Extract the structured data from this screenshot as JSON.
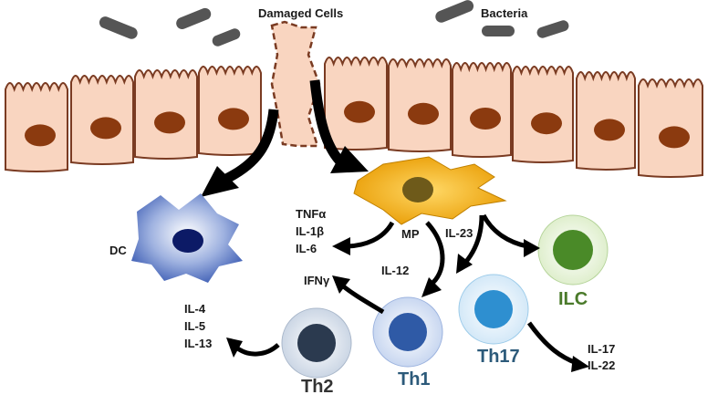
{
  "labels": {
    "damaged_cells": "Damaged Cells",
    "bacteria": "Bacteria",
    "dc": "DC",
    "mp": "MP",
    "tnf": "TNFα",
    "il1": "IL-1β",
    "il6": "IL-6",
    "il12": "IL-12",
    "il23": "IL-23",
    "ifn": "IFNγ",
    "il4": "IL-4",
    "il5": "IL-5",
    "il13": "IL-13",
    "th2": "Th2",
    "th1": "Th1",
    "th17": "Th17",
    "ilc": "ILC",
    "il17": "IL-17",
    "il22": "IL-22"
  },
  "colors": {
    "epithelium_fill": "#f9d5c0",
    "epithelium_stroke": "#7a3b22",
    "nucleus": "#8b3a0f",
    "bacteria": "#555555",
    "dc_outer": "#4e6fbf",
    "dc_nucleus": "#0c1a66",
    "mp_fill": "#f0a800",
    "mp_nucleus": "#6e5a1a",
    "th2_outer": "#cdd8e8",
    "th2_nucleus": "#2b3a4f",
    "th1_outer": "#c9d8f2",
    "th1_nucleus": "#2f5aa6",
    "th17_outer": "#d7ecfb",
    "th17_nucleus": "#2e8fd0",
    "ilc_outer": "#e2f0d2",
    "ilc_nucleus": "#4a8a28",
    "th17_text": "#2c5a7a",
    "ilc_text": "#4a7a2a",
    "th_text": "#333333",
    "arrow": "#000000"
  }
}
